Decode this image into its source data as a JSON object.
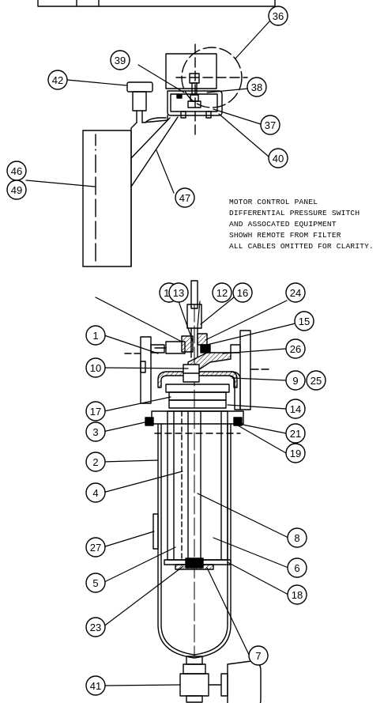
{
  "note": [
    "MOTOR CONTROL PANEL",
    "DIFFERENTIAL PRESSURE SWITCH",
    "AND ASSOCATED EQUIPMENT",
    "SHOWH REMOTE FROM FILTER",
    "ALL CABLES OMITTED FOR CLARITY."
  ],
  "callouts": {
    "c36": "36",
    "c39": "39",
    "c38": "38",
    "c42": "42",
    "c37": "37",
    "c40": "40",
    "c46": "46",
    "c49": "49",
    "c47": "47",
    "c11": "11",
    "c13": "13",
    "c12": "12",
    "c16": "16",
    "c24": "24",
    "c15": "15",
    "c1": "1",
    "c26": "26",
    "c10": "10",
    "c9": "9",
    "c25": "25",
    "c17": "17",
    "c14": "14",
    "c3": "3",
    "c21": "21",
    "c19": "19",
    "c2": "2",
    "c4": "4",
    "c27": "27",
    "c8": "8",
    "c5": "5",
    "c6": "6",
    "c18": "18",
    "c23": "23",
    "c7": "7",
    "c41": "41"
  }
}
